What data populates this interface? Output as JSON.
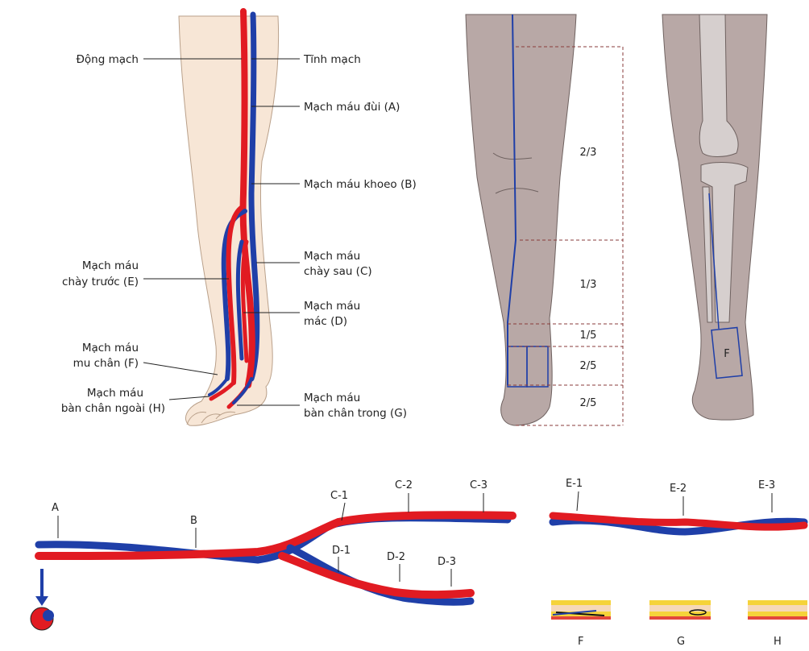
{
  "colors": {
    "artery": "#e11b22",
    "vein": "#1f3fa8",
    "skin_light": "#f7e6d6",
    "skin_grey": "#b8a8a6",
    "dashed_line": "#8a3b3b"
  },
  "leg_labels": {
    "artery": "Động mạch",
    "vein": "Tĩnh mạch",
    "femoral": "Mạch máu đùi (A)",
    "popliteal": "Mạch máu khoeo (B)",
    "posterior_tibial_1": "Mạch máu",
    "posterior_tibial_2": "chày sau (C)",
    "anterior_tibial_1": "Mạch máu",
    "anterior_tibial_2": "chày trước (E)",
    "peroneal_1": "Mạch máu",
    "peroneal_2": "mác (D)",
    "dorsalis_1": "Mạch máu",
    "dorsalis_2": "mu chân (F)",
    "lateral_plantar_1": "Mạch máu",
    "lateral_plantar_2": "bàn chân ngoài (H)",
    "medial_plantar_1": "Mạch máu",
    "medial_plantar_2": "bàn chân trong (G)"
  },
  "measurements": {
    "segments": [
      "2/3",
      "1/3",
      "1/5",
      "2/5",
      "2/5"
    ]
  },
  "box_label": "F",
  "vessel_markers": {
    "A": "A",
    "B": "B",
    "C1": "C-1",
    "C2": "C-2",
    "C3": "C-3",
    "D1": "D-1",
    "D2": "D-2",
    "D3": "D-3",
    "E1": "E-1",
    "E2": "E-2",
    "E3": "E-3"
  },
  "flap_labels": [
    "F",
    "G",
    "H"
  ]
}
